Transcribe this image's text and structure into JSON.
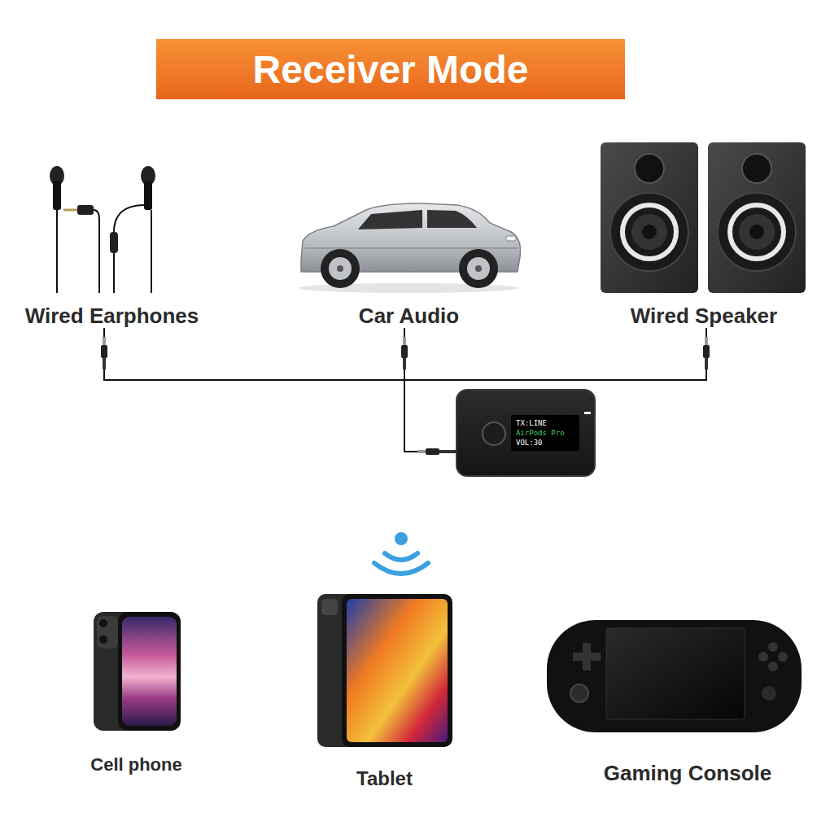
{
  "diagram": {
    "title": "Receiver Mode",
    "nodes": [
      {
        "text": [
          "Wired Earphones"
        ]
      },
      {
        "text": [
          "Car Audio"
        ]
      },
      {
        "text": [
          "Wired Speaker"
        ]
      },
      {
        "text": [
          "TX:LINE",
          "AirPods Pro",
          "VOL:30"
        ]
      },
      {
        "text": [
          "Cell phone"
        ]
      },
      {
        "text": [
          "Tablet"
        ]
      },
      {
        "text": [
          "Gaming Console"
        ]
      }
    ],
    "edges": [
      {
        "from": 3,
        "to": 0,
        "arrow": "none"
      },
      {
        "from": 3,
        "to": 1,
        "arrow": "none"
      },
      {
        "from": 3,
        "to": 2,
        "arrow": "none"
      }
    ]
  }
}
